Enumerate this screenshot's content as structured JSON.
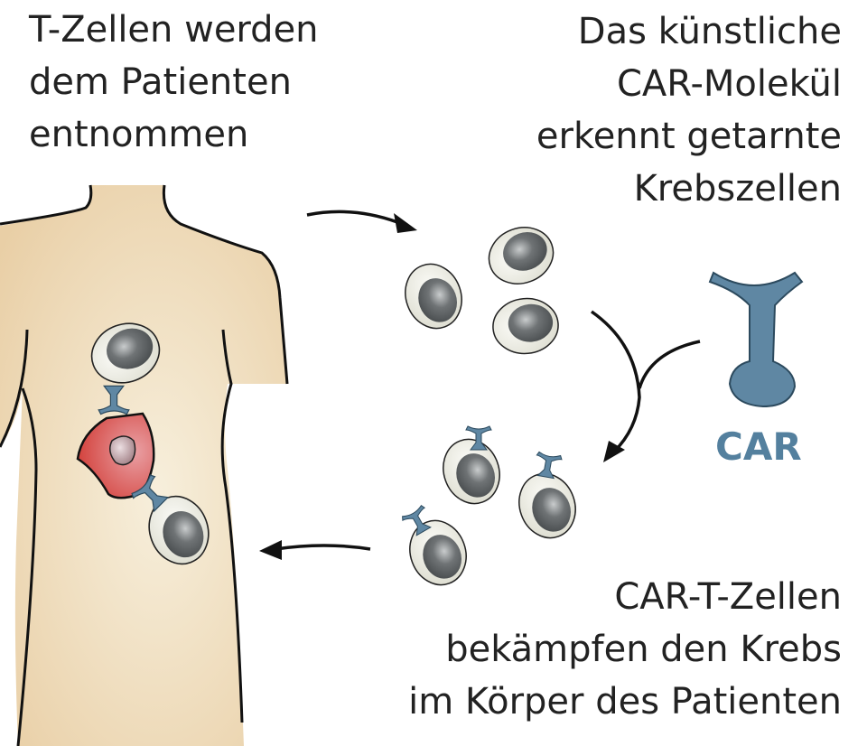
{
  "caption_top_left": [
    "T-Zellen werden",
    "dem Patienten",
    "entnommen"
  ],
  "caption_top_right": [
    "Das künstliche",
    "CAR-Molekül",
    "erkennt getarnte",
    "Krebszellen"
  ],
  "caption_bottom_right": [
    "CAR-T-Zellen",
    "bekämpfen den Krebs",
    "im Körper des Patienten"
  ],
  "car_label": "CAR",
  "colors": {
    "car_blue": "#5f87a3",
    "cancer_red": "#d84a4a",
    "skin": "#f1dfc0",
    "cell": "#ebeae0"
  }
}
